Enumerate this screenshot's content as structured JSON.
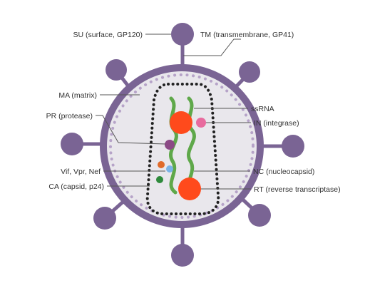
{
  "colors": {
    "envelope": "#7a6494",
    "capsid_fill": "#e9e7ec",
    "matrix_dots": "#b6a3c8",
    "capsid_dots": "#222222",
    "rna": "#5fa84a",
    "reverse_transcriptase": "#ff4a1c",
    "integrase": "#e86b9e",
    "protease": "#8c4a86",
    "vif_orange": "#e06a2a",
    "vpr_blue": "#7ab4e8",
    "nef_green": "#2f8a3c",
    "leader": "#555555"
  },
  "labels": {
    "su": "SU (surface, GP120)",
    "tm": "TM (transmembrane,  GP41)",
    "ma": "MA (matrix)",
    "ssrna": "ssRNA",
    "pr": "PR (protease)",
    "in": "IN (integrase)",
    "vif": "Vif, Vpr, Nef",
    "nc": "NC (nucleocapsid)",
    "ca": "CA (capsid, p24)",
    "rt": "RT (reverse transcriptase)"
  }
}
